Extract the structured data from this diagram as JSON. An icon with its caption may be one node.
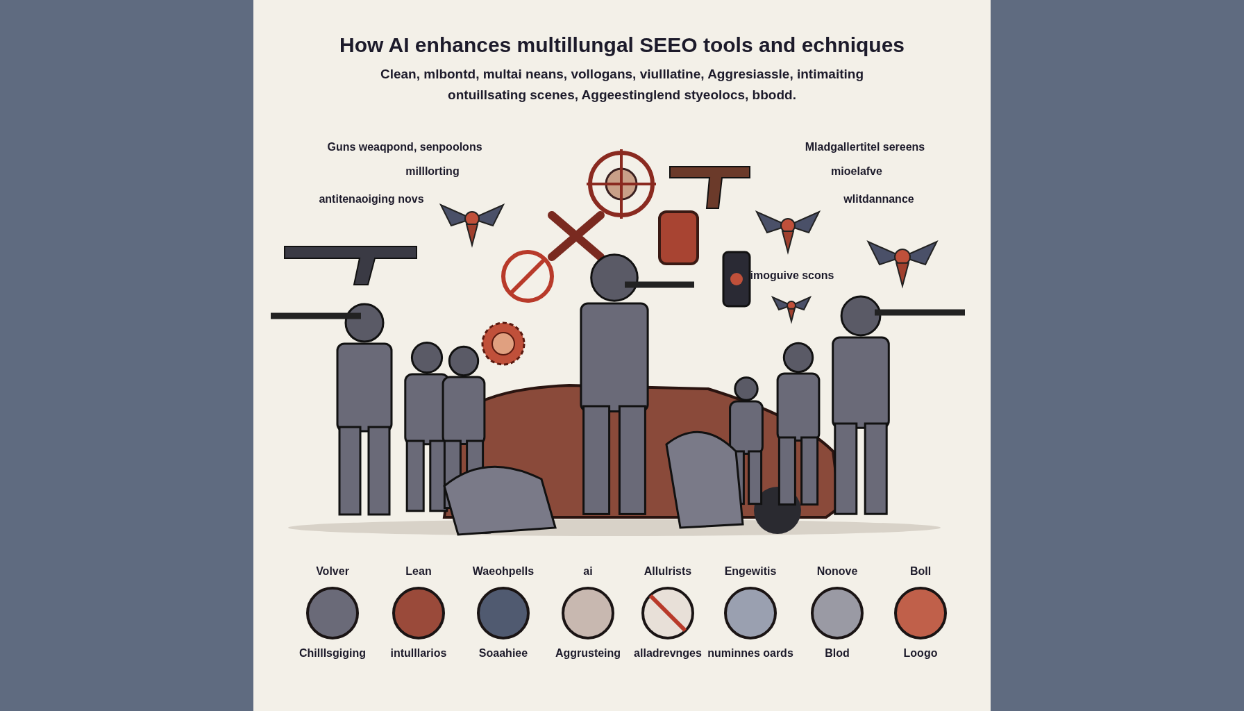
{
  "diagram": {
    "title": "How AI  enhances multillungal SEEO  tools  and echniques",
    "labels": [
      "Clean, mlbontd, multai neans, vollogans, viulllatine, Aggresiassle, intimaiting ontuillsating scenes, Aggeestinglend styeolocs, bbodd.",
      "Guns weaqpond, senpoolons",
      "Mladgallertitel sereens",
      "milllorting",
      "mioelafve",
      "antitenaoiging novs",
      "wlitdannance",
      "imoguive scons",
      "Volver",
      "Lean",
      "Waeohpells",
      "ai",
      "Allulrists",
      "Engewitis",
      "Nonove",
      "Boll",
      "Chilllsgiging",
      "intulllarios",
      "Soaahiee",
      "Aggrusteing",
      "alladrevnges",
      "numinnes oards",
      "Blod",
      "Loogo"
    ]
  }
}
